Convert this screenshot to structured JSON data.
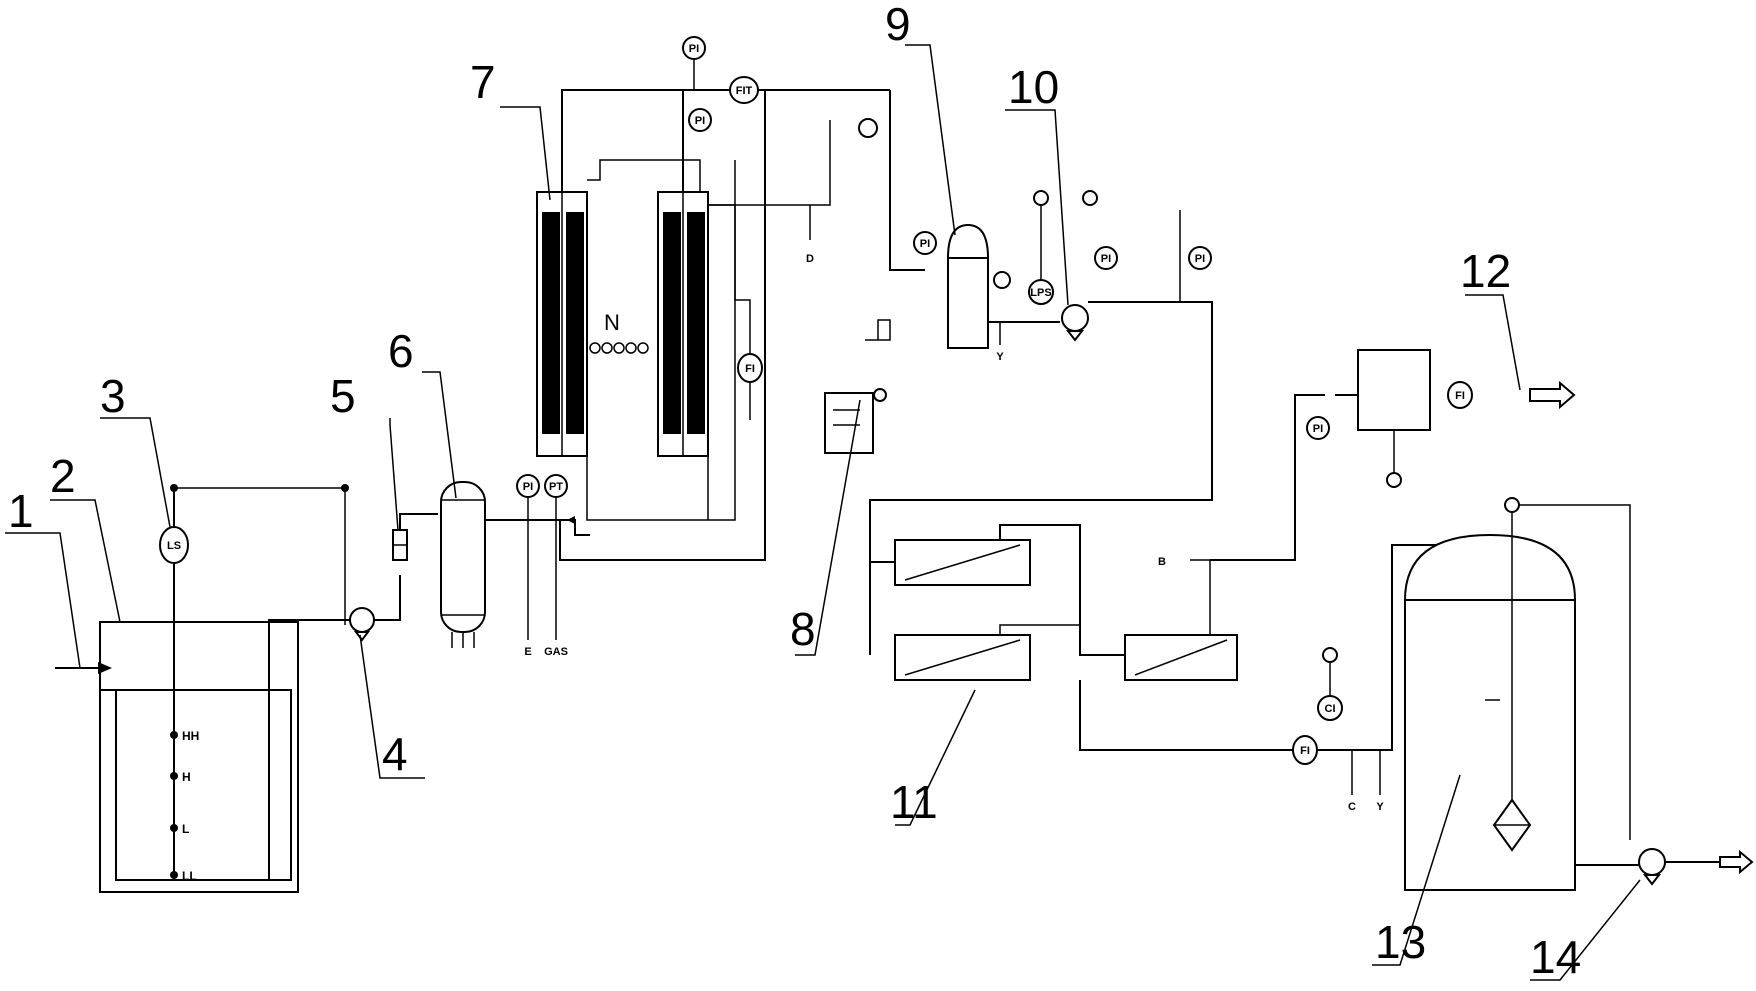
{
  "callouts": [
    "1",
    "2",
    "3",
    "4",
    "5",
    "6",
    "7",
    "8",
    "9",
    "10",
    "11",
    "12",
    "13",
    "14"
  ],
  "tank_levels": [
    "HH",
    "H",
    "L",
    "LL"
  ],
  "instruments": {
    "ls": "LS",
    "pi": "PI",
    "pt": "PT",
    "fi": "FI",
    "fit": "FIT",
    "lps": "LPS",
    "ci": "CI"
  },
  "stream_labels": {
    "e": "E",
    "gas": "GAS",
    "d": "D",
    "n": "N",
    "y": "Y",
    "c": "C",
    "b": "B"
  }
}
